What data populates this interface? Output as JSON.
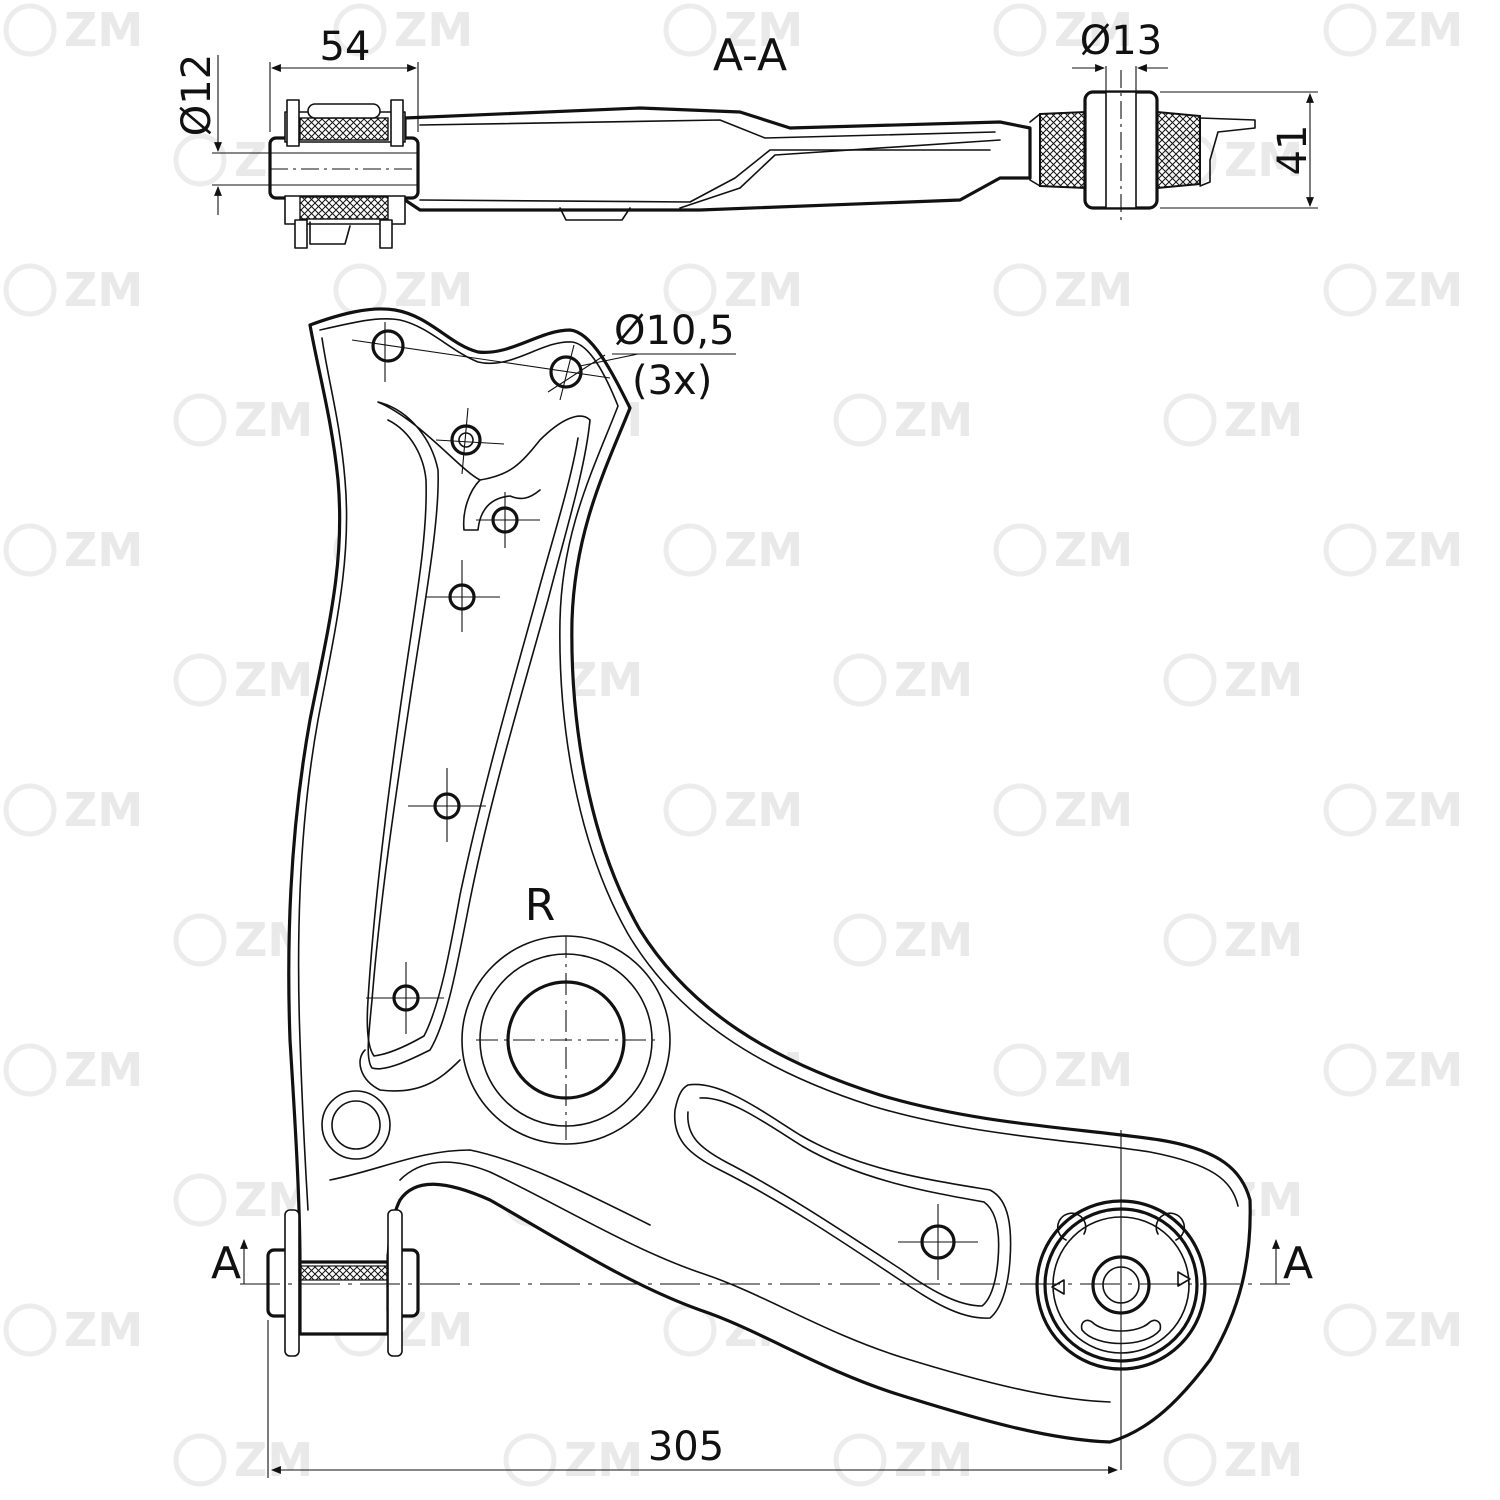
{
  "section_label": "A-A",
  "dimensions": {
    "bushing_length": "54",
    "bushing_bore": "Ø12",
    "rear_bore": "Ø13",
    "section_height": "41",
    "hole_diameter": "Ø10,5",
    "hole_count": "(3x)",
    "overall_length": "305"
  },
  "side_marker": "R",
  "section_marker_left": "A",
  "section_marker_right": "A",
  "watermark": "ZM"
}
